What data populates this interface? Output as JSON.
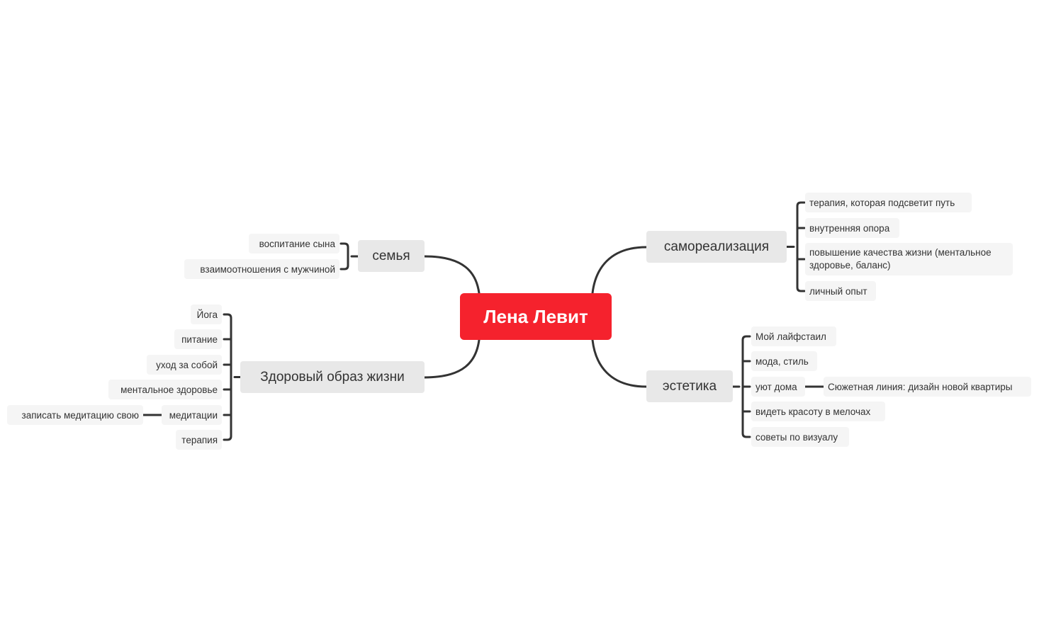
{
  "root": {
    "label": "Лена Левит"
  },
  "branches": {
    "self_realization": {
      "label": "самореализация",
      "items": [
        "терапия, которая подсветит путь",
        "внутренняя опора",
        "повышение качества жизни (ментальное здоровье, баланс)",
        "личный опыт"
      ]
    },
    "aesthetics": {
      "label": "эстетика",
      "items": [
        "Мой лайфстаил",
        "мода, стиль",
        "уют дома",
        "видеть красоту в мелочах",
        "советы по визуалу"
      ],
      "home_child": "Сюжетная линия: дизайн новой квартиры"
    },
    "family": {
      "label": "семья",
      "items": [
        "воспитание сына",
        "взаимоотношения с мужчиной"
      ]
    },
    "health": {
      "label": "Здоровый образ жизни",
      "items": [
        "Йога",
        "питание",
        "уход за собой",
        "ментальное здоровье",
        "медитации",
        "терапия"
      ],
      "meditation_child": "записать медитацию свою"
    }
  },
  "colors": {
    "root": "#f5222d",
    "main_bg": "#e8e8e8",
    "sub_bg": "#f5f5f5",
    "line": "#333333"
  }
}
